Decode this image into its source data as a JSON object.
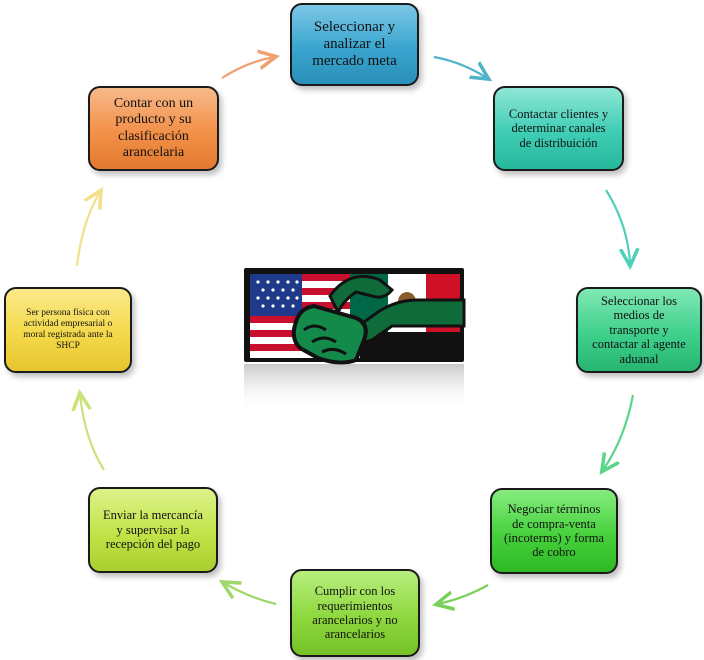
{
  "steps": [
    {
      "lines": [
        "Seleccionar y",
        "analizar  el",
        "mercado meta"
      ]
    },
    {
      "lines": [
        "Contactar clientes y",
        "determinar canales",
        "de distribuición"
      ]
    },
    {
      "lines": [
        "Seleccionar los",
        "medios de",
        "transporte y",
        "contactar al agente",
        "aduanal"
      ]
    },
    {
      "lines": [
        "Negociar términos",
        "de compra-venta",
        "(incoterms) y forma",
        "de cobro"
      ]
    },
    {
      "lines": [
        "Cumplir con los",
        "requerimientos",
        "arancelarios y no",
        "arancelarios"
      ]
    },
    {
      "lines": [
        "Enviar la mercancía",
        "y supervisar la",
        "recepción del pago"
      ]
    },
    {
      "lines": [
        "Ser persona física con",
        "actividad empresarial o",
        "moral registrada ante la",
        "SHCP"
      ]
    },
    {
      "lines": [
        "Contar con un",
        "producto y su",
        "clasificación",
        "arancelaria"
      ]
    }
  ],
  "colors": {
    "arrow_1_2": "#4fb3c9",
    "arrow_2_3": "#4fd0b8",
    "arrow_3_4": "#5ad68a",
    "arrow_4_5": "#7bd05c",
    "arrow_5_6": "#9fd86a",
    "arrow_6_7": "#c9e27a",
    "arrow_7_8": "#f2e08a",
    "arrow_8_1": "#f0a070"
  },
  "center_image": "handshake-usa-mexico-flags-icon"
}
